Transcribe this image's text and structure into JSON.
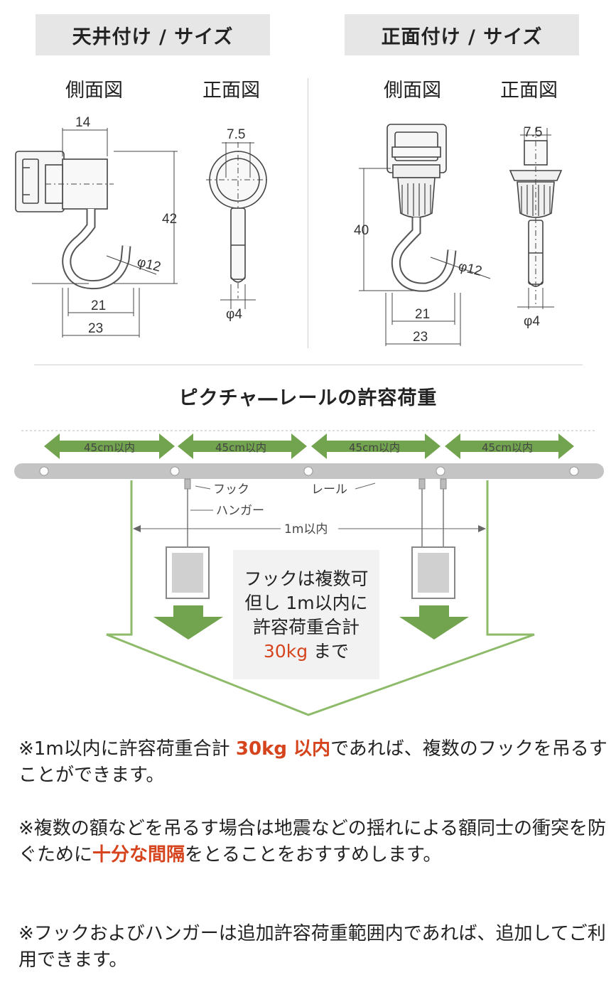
{
  "headers": {
    "ceiling": "天井付け / サイズ",
    "front": "正面付け / サイズ"
  },
  "views": {
    "side": "側面図",
    "front": "正面図"
  },
  "ceiling_dims": {
    "top_width": "14",
    "height": "42",
    "diameter": "φ12",
    "inner_width": "21",
    "outer_width": "23",
    "front_width": "7.5",
    "rod": "φ4"
  },
  "front_dims": {
    "height": "40",
    "diameter": "φ12",
    "inner_width": "21",
    "outer_width": "23",
    "front_width": "7.5",
    "rod": "φ4"
  },
  "rail_section": {
    "title": "ピクチャ―レールの許容荷重",
    "spacing_label": "45cm以内",
    "hook_label": "フック",
    "hanger_label": "ハンガー",
    "rail_label": "レール",
    "range_label": "1m以内",
    "note_lines": [
      "フックは複数可",
      "但し 1m以内に",
      "許容荷重合計"
    ],
    "note_weight": "30kg",
    "note_tail": "まで",
    "colors": {
      "arrow_green": "#72a34e",
      "frame_green": "#8dbb6a",
      "rail_gray": "#c4c4c4",
      "accent_red": "#d5441c"
    }
  },
  "notes": {
    "n1_a": "※1m以内に許容荷重合計 ",
    "n1_red": "30kg 以内",
    "n1_b": "であれば、複数のフックを吊るすことができます。",
    "n2_a": "※複数の額などを吊るす場合は地震などの揺れによる額同士の衝突を防ぐために",
    "n2_red": "十分な間隔",
    "n2_b": "をとることをおすすめします。",
    "n3": "※フックおよびハンガーは追加許容荷重範囲内であれば、追加してご利用できます。"
  }
}
